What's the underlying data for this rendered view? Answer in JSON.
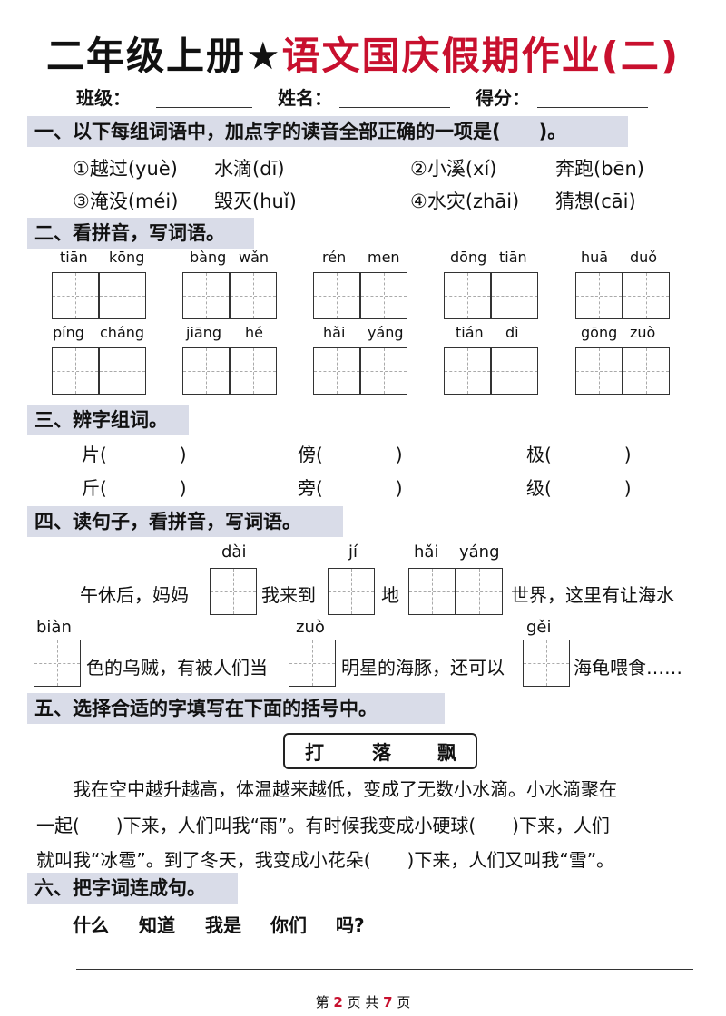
{
  "title": {
    "black": "二年级上册",
    "star": "★",
    "red": "语文国庆假期作业(二)"
  },
  "info": {
    "class_label": "班级：",
    "name_label": "姓名：",
    "score_label": "得分："
  },
  "sections": [
    "一、以下每组词语中，加点字的读音全部正确的一项是(　　)。",
    "二、看拼音，写词语。",
    "三、辨字组词。",
    "四、读句子，看拼音，写词语。",
    "五、选择合适的字填写在下面的括号中。",
    "六、把字词连成句。"
  ],
  "q1": {
    "options": [
      "①越过(yuè)",
      "水滴(dī)",
      "②小溪(xí)",
      "奔跑(bēn)",
      "③淹没(méi)",
      "毁灭(huǐ)",
      "④水灾(zhāi)",
      "猜想(cāi)"
    ]
  },
  "q2": {
    "pinyin": [
      [
        "tiān",
        "kōng"
      ],
      [
        "bàng",
        "wǎn"
      ],
      [
        "rén",
        "men"
      ],
      [
        "dōng",
        "tiān"
      ],
      [
        "huā",
        "duǒ"
      ],
      [
        "píng",
        "cháng"
      ],
      [
        "jiāng",
        "hé"
      ],
      [
        "hǎi",
        "yáng"
      ],
      [
        "tián",
        "dì"
      ],
      [
        "gōng",
        "zuò"
      ]
    ]
  },
  "q3": {
    "items": [
      "片(　　　　)",
      "傍(　　　　)",
      "极(　　　　)",
      "斤(　　　　)",
      "旁(　　　　)",
      "级(　　　　)"
    ]
  },
  "q4": {
    "pinyin": [
      "dài",
      "jí",
      "hǎi",
      "yáng",
      "biàn",
      "zuò",
      "gěi"
    ],
    "line1": [
      "午休后，妈妈",
      "我来到",
      "地",
      "世界，这里有让海水"
    ],
    "line2": [
      "色的乌贼，有被人们当",
      "明星的海豚，还可以",
      "海龟喂食……"
    ]
  },
  "q5": {
    "choices": [
      "打",
      "落",
      "飘"
    ],
    "lines": [
      "　　我在空中越升越高，体温越来越低，变成了无数小水滴。小水滴聚在",
      "一起(　　)下来，人们叫我“雨”。有时候我变成小硬球(　　)下来，人们",
      "就叫我“冰雹”。到了冬天，我变成小花朵(　　)下来，人们又叫我“雪”。"
    ]
  },
  "q6": {
    "words": [
      "什么",
      "知道",
      "我是",
      "你们",
      "吗?"
    ]
  },
  "footer": {
    "prefix": "第",
    "page": "2",
    "mid": "页 共",
    "total": "7",
    "suffix": "页"
  }
}
